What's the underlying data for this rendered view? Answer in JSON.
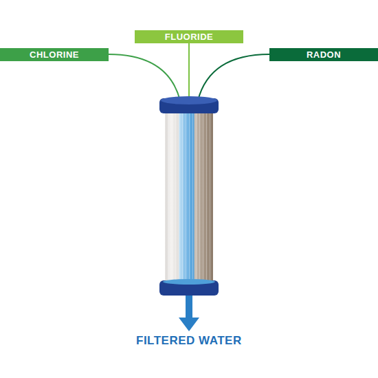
{
  "diagram": {
    "nodes": [
      {
        "text": [
          "CHLORINE"
        ]
      },
      {
        "text": [
          "FLUORIDE"
        ]
      },
      {
        "text": [
          "RADON"
        ]
      }
    ],
    "labels": [
      "FILTERED WATER"
    ]
  }
}
